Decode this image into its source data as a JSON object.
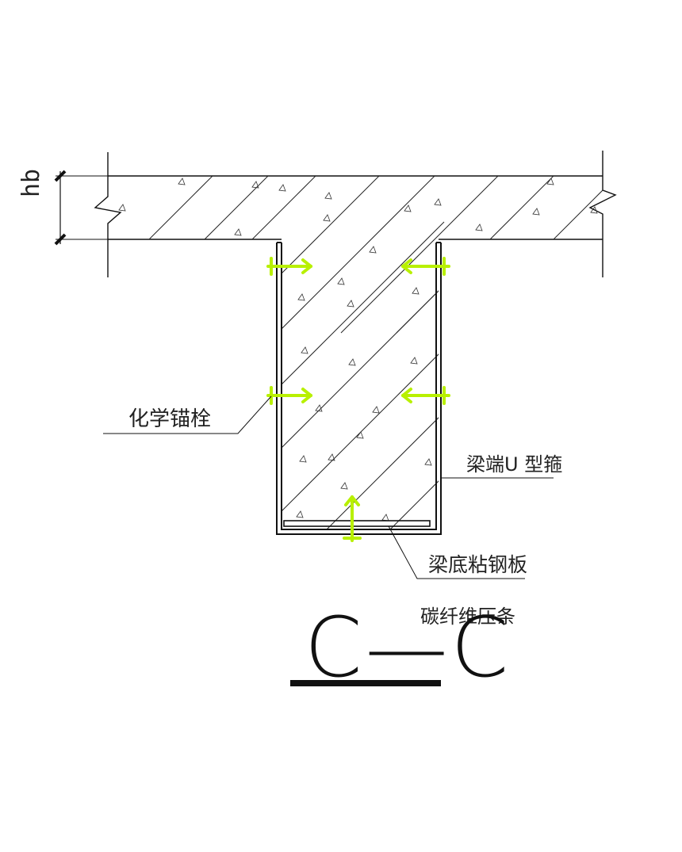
{
  "labels": {
    "slab_thickness": "hb",
    "chemical_anchor": "化学锚栓",
    "u_strap": "梁端U 型箍",
    "bottom_steel_plate": "梁底粘钢板",
    "cfrp_strip": "碳纤维压条",
    "section_title": "C—C"
  },
  "colors": {
    "line": "#111111",
    "anchor": "#b8f000",
    "hatch": "#222222",
    "background": "#ffffff"
  }
}
